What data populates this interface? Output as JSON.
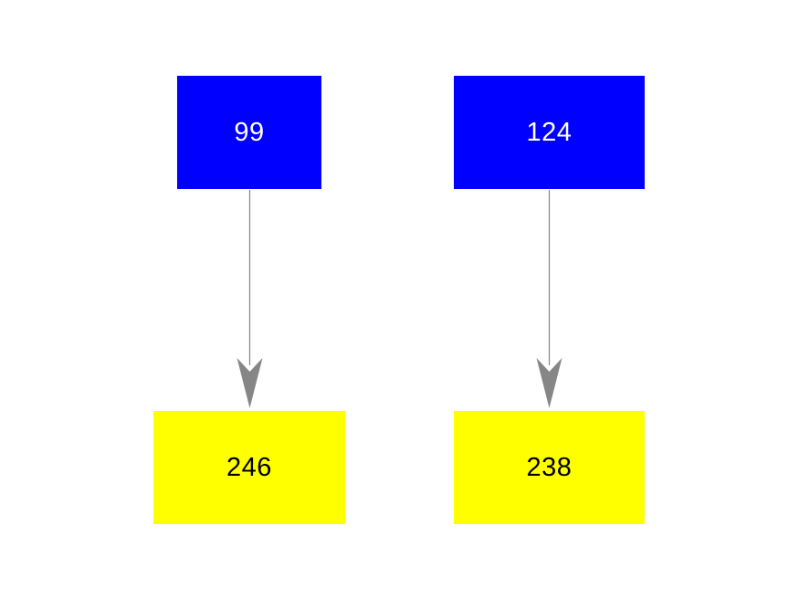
{
  "diagram": {
    "background_color": "#ffffff",
    "edge_color": "#868686",
    "node_fill_blue": "#0000ff",
    "node_fill_yellow": "#ffff00",
    "nodes": [
      {
        "id": "top-left",
        "label": "99",
        "fill": "#0000ff",
        "text_color": "#ffffff"
      },
      {
        "id": "top-right",
        "label": "124",
        "fill": "#0000ff",
        "text_color": "#ffffff"
      },
      {
        "id": "bottom-left",
        "label": "246",
        "fill": "#ffff00",
        "text_color": "#000000"
      },
      {
        "id": "bottom-right",
        "label": "238",
        "fill": "#ffff00",
        "text_color": "#000000"
      }
    ],
    "edges": [
      {
        "from": "top-left",
        "to": "bottom-left",
        "direction": "down"
      },
      {
        "from": "top-right",
        "to": "bottom-right",
        "direction": "down"
      }
    ]
  }
}
